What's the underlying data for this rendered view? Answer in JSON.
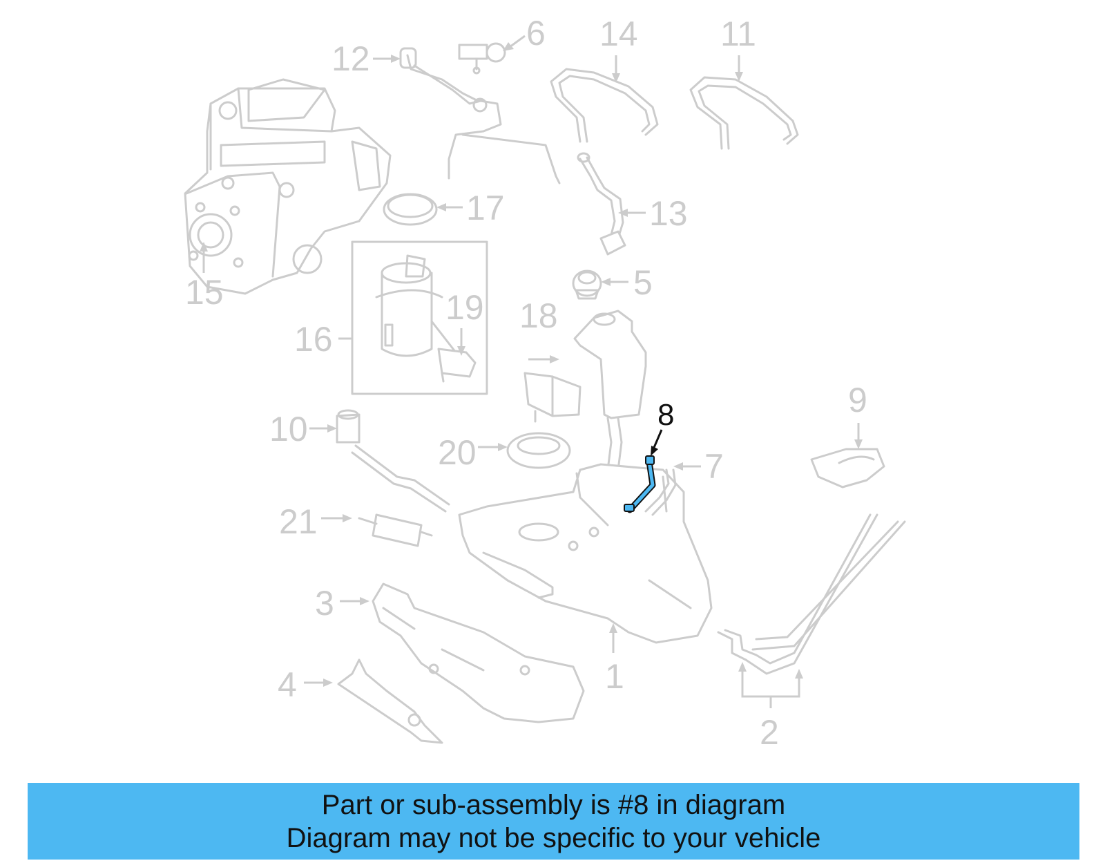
{
  "diagram": {
    "callouts": [
      {
        "id": "1",
        "label": "1"
      },
      {
        "id": "2",
        "label": "2"
      },
      {
        "id": "3",
        "label": "3"
      },
      {
        "id": "4",
        "label": "4"
      },
      {
        "id": "5",
        "label": "5"
      },
      {
        "id": "6",
        "label": "6"
      },
      {
        "id": "7",
        "label": "7"
      },
      {
        "id": "8",
        "label": "8",
        "highlighted": true
      },
      {
        "id": "9",
        "label": "9"
      },
      {
        "id": "10",
        "label": "10"
      },
      {
        "id": "11",
        "label": "11"
      },
      {
        "id": "12",
        "label": "12"
      },
      {
        "id": "13",
        "label": "13"
      },
      {
        "id": "14",
        "label": "14"
      },
      {
        "id": "15",
        "label": "15"
      },
      {
        "id": "16",
        "label": "16"
      },
      {
        "id": "17",
        "label": "17"
      },
      {
        "id": "18",
        "label": "18"
      },
      {
        "id": "19",
        "label": "19"
      },
      {
        "id": "20",
        "label": "20"
      },
      {
        "id": "21",
        "label": "21"
      }
    ],
    "colors": {
      "parts": "#cccccc",
      "highlight_part": "#4db8f2",
      "highlight_label": "#111111",
      "banner": "#4db8f2"
    }
  },
  "banner": {
    "line1": "Part or sub-assembly is #8 in diagram",
    "line2": "Diagram may not be specific to your vehicle"
  }
}
